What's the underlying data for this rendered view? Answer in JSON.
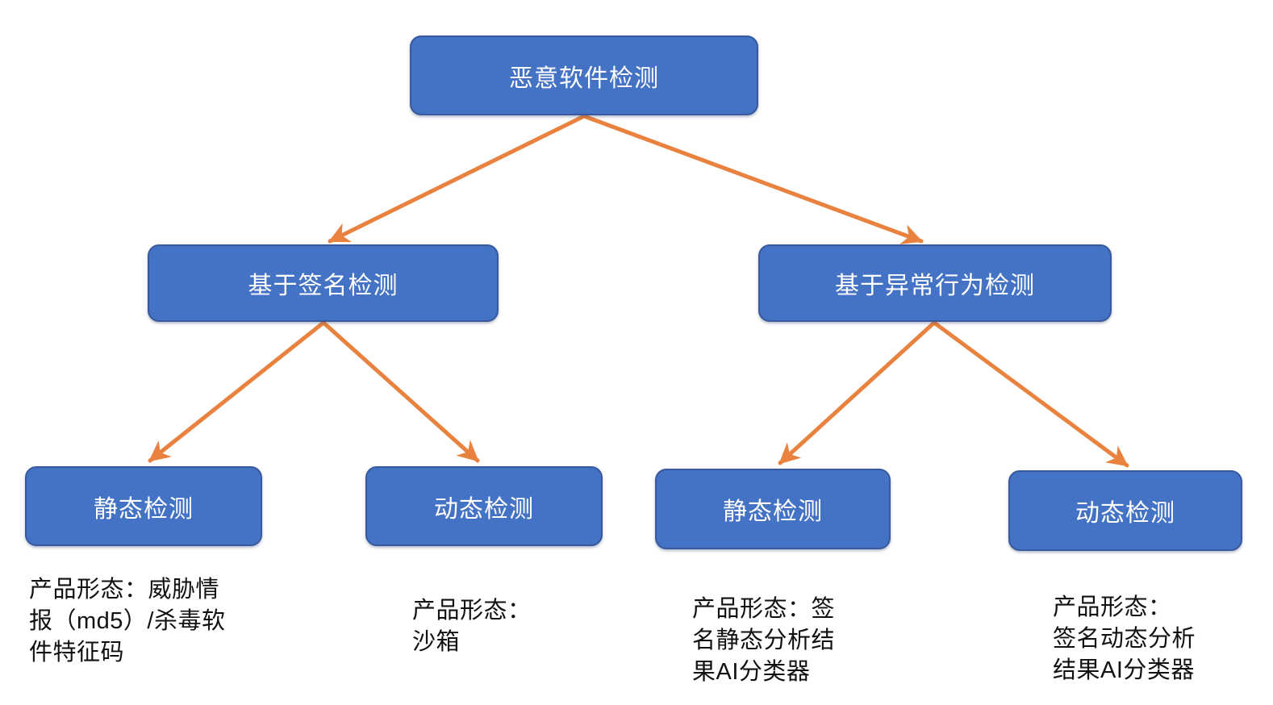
{
  "colors": {
    "node_fill": "#4472C4",
    "node_border": "#39599E",
    "node_text": "#FFFFFF",
    "arrow": "#E8823E",
    "note_text": "#111111",
    "background": "#FFFFFF"
  },
  "nodes": {
    "root": {
      "label": "恶意软件检测"
    },
    "level2": [
      {
        "label": "基于签名检测"
      },
      {
        "label": "基于异常行为检测"
      }
    ],
    "level3": [
      {
        "label": "静态检测",
        "note": "产品形态：威胁情\n报（md5）/杀毒软\n件特征码"
      },
      {
        "label": "动态检测",
        "note": "产品形态：\n沙箱"
      },
      {
        "label": "静态检测",
        "note": "产品形态：签\n名静态分析结\n果AI分类器"
      },
      {
        "label": "动态检测",
        "note": "产品形态：\n签名动态分析\n结果AI分类器"
      }
    ]
  }
}
